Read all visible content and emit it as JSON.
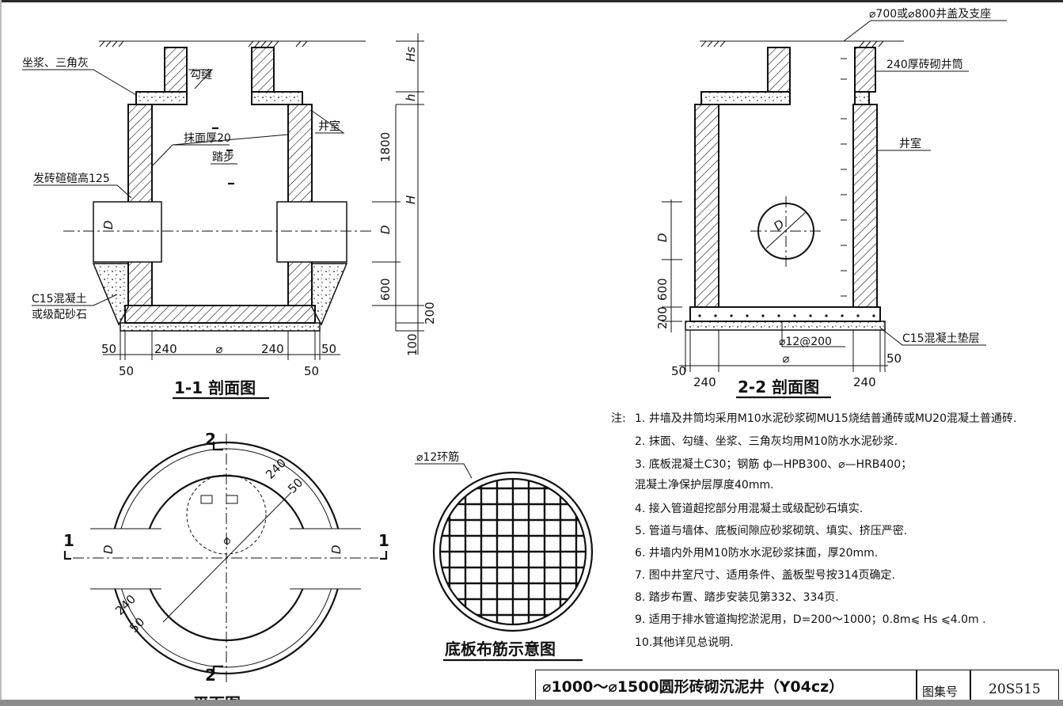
{
  "sheet": {
    "top_surface_label": "⌀700或⌀800井盖及支座",
    "section_1_1": {
      "title": "1-1 剖面图",
      "labels": {
        "bedding_mortar": "坐浆、三角灰",
        "joint_pointing": "勾缝",
        "chamber": "井室",
        "plaster": "抹面厚20",
        "step": "踏步",
        "brick_arch": "发砖碹碹高125",
        "fill": "C15混凝土",
        "fill_alt": "或级配砂石"
      },
      "dims_vertical": [
        "Hs",
        "h",
        "1800",
        "H",
        "D",
        "600",
        "200",
        "100"
      ],
      "dims_bottom": [
        "50",
        "240",
        "⌀",
        "240",
        "50"
      ],
      "dims_bottom_lower": [
        "50",
        "50"
      ],
      "pipe_label": "D"
    },
    "section_2_2": {
      "title": "2-2 剖面图",
      "labels": {
        "shaft": "240厚砖砌井筒",
        "chamber": "井室",
        "cushion": "C15混凝土垫层",
        "rebar": "⌀12@200",
        "pipe": "D"
      },
      "dims_vertical": [
        "D",
        "600",
        "200"
      ],
      "dims_bottom": [
        "50",
        "240",
        "⌀",
        "240",
        "50"
      ]
    },
    "plan_view": {
      "cut_marks": [
        "2",
        "2",
        "1",
        "1"
      ],
      "dims": [
        "240",
        "50",
        "⌀",
        "240",
        "50"
      ],
      "pipe_label": "D",
      "title": "平面图"
    },
    "rebar_diagram": {
      "ring_label": "⌀12环筋",
      "title": "底板布筋示意图"
    }
  },
  "notes": {
    "heading": "注:",
    "items": [
      "1. 井墙及井筒均采用M10水泥砂浆砌MU15烧结普通砖或MU20混凝土普通砖.",
      "2. 抹面、勾缝、坐浆、三角灰均用M10防水水泥砂浆.",
      "3. 底板混凝土C30；钢筋 ф—HPB300、⌀—HRB400；",
      "混凝土净保护层厚度40mm.",
      "4. 接入管道超挖部分用混凝土或级配砂石填实.",
      "5. 管道与墙体、底板间隙应砂浆砌筑、填实、挤压严密.",
      "6. 井墙内外用M10防水水泥砂浆抹面，厚20mm.",
      "7. 图中井室尺寸、适用条件、盖板型号按314页确定.",
      "8. 踏步布置、踏步安装见第332、334页.",
      "9. 适用于排水管道掏挖淤泥用，D=200～1000；0.8m⩽ Hs ⩽4.0m .",
      "10.其他详见总说明."
    ]
  },
  "title_block": {
    "title": "⌀1000～⌀1500圆形砖砌沉泥井（Y04cz）",
    "subtitle": "D=200～1000",
    "atlas_label": "图集号",
    "atlas_value": "20S515"
  }
}
